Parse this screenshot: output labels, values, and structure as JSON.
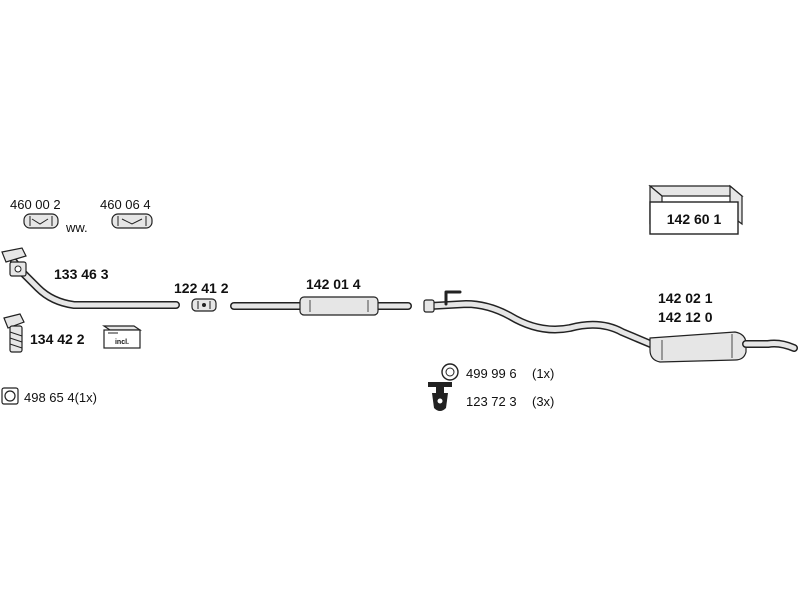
{
  "parts": {
    "clamp_a": "460 00 2",
    "clamp_b": "460 06 4",
    "ww": "ww.",
    "front_pipe": "133 46 3",
    "bolt_kit": "134 42 2",
    "incl": "incl.",
    "gasket_ring": "498 65 4(1x)",
    "connector": "122 41 2",
    "middle_silencer": "142 01 4",
    "rear_silencer_a": "142 02 1",
    "rear_silencer_b": "142 12 0",
    "mount_kit": "142 60 1",
    "rubber_ring_num": "499 99 6",
    "rubber_ring_qty": "(1x)",
    "hanger_num": "123 72 3",
    "hanger_qty": "(3x)"
  },
  "colors": {
    "line": "#222222",
    "fill": "#e6e6e6",
    "text": "#111111"
  }
}
